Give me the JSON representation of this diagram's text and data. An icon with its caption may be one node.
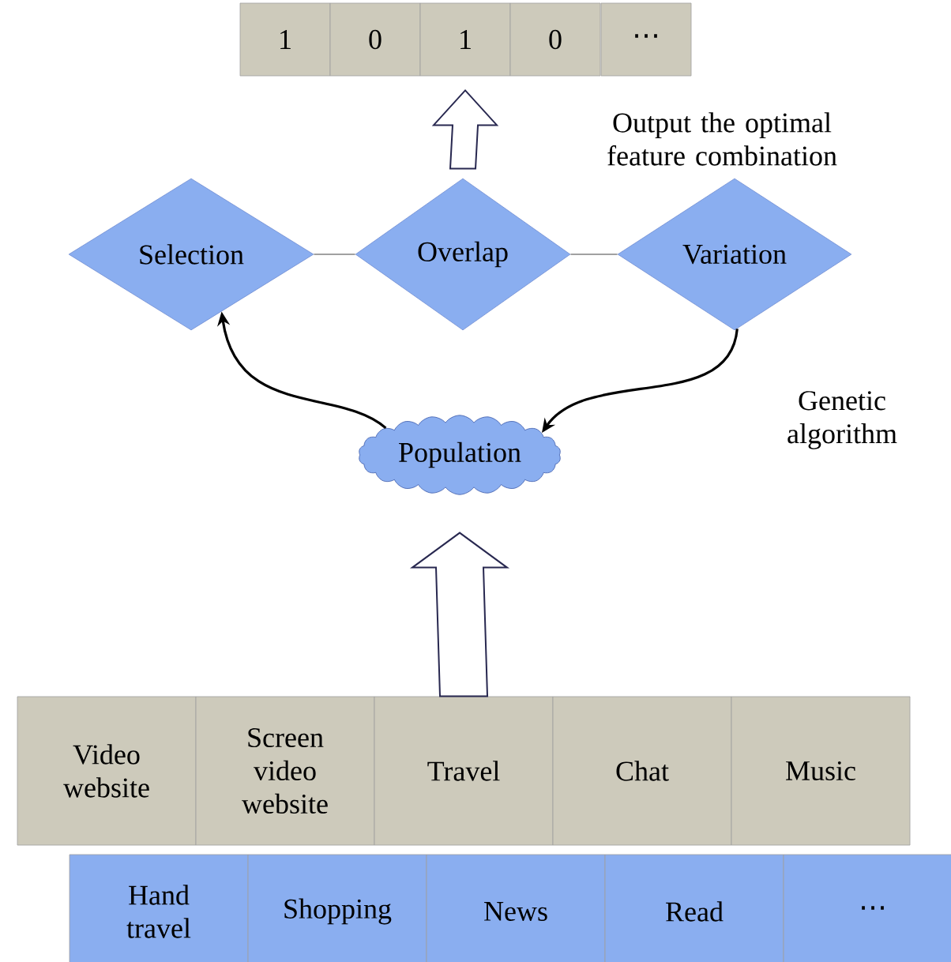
{
  "diagram": {
    "nodes": [
      {
        "text": [
          "1"
        ]
      },
      {
        "text": [
          "0"
        ]
      },
      {
        "text": [
          "1"
        ]
      },
      {
        "text": [
          "0"
        ]
      },
      {
        "text": [
          "⋯"
        ]
      },
      {
        "text": [
          "Selection"
        ]
      },
      {
        "text": [
          "Overlap"
        ]
      },
      {
        "text": [
          "Variation"
        ]
      },
      {
        "text": [
          "Population"
        ]
      },
      {
        "text": [
          "Video website"
        ]
      },
      {
        "text": [
          "Screen video website"
        ]
      },
      {
        "text": [
          "Travel"
        ]
      },
      {
        "text": [
          "Chat"
        ]
      },
      {
        "text": [
          "Music"
        ]
      },
      {
        "text": [
          "Hand travel"
        ]
      },
      {
        "text": [
          "Shopping"
        ]
      },
      {
        "text": [
          "News"
        ]
      },
      {
        "text": [
          "Read"
        ]
      },
      {
        "text": [
          "⋯"
        ]
      }
    ],
    "edges": [
      {
        "from": 6,
        "to": 2,
        "arrow": "to",
        "style": "thick"
      },
      {
        "from": 5,
        "to": 6,
        "arrow": "none"
      },
      {
        "from": 6,
        "to": 7,
        "arrow": "none"
      },
      {
        "from": 8,
        "to": 5,
        "arrow": "to",
        "color": "#000000"
      },
      {
        "from": 7,
        "to": 8,
        "arrow": "to",
        "color": "#000000"
      },
      {
        "from": 11,
        "to": 8,
        "arrow": "to",
        "style": "thick"
      }
    ],
    "labels": [
      "Output the optimal feature combination",
      "Genetic algorithm"
    ]
  }
}
